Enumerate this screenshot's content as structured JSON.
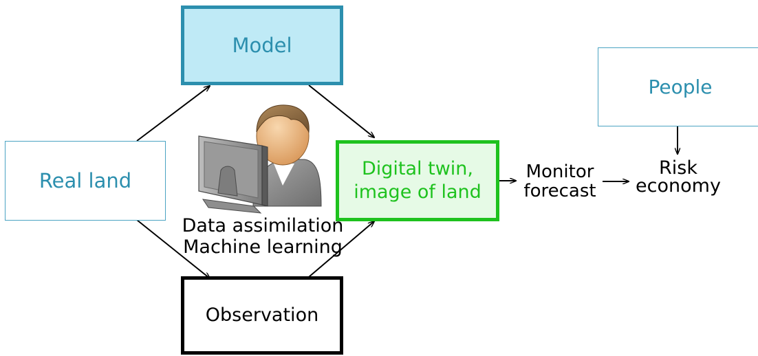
{
  "nodes": {
    "model": {
      "label": "Model"
    },
    "real_land": {
      "label": "Real land"
    },
    "digital_twin": {
      "line1": "Digital twin,",
      "line2": "image of land"
    },
    "observation": {
      "label": "Observation"
    },
    "people": {
      "label": "People"
    },
    "monitor_forecast": {
      "line1": "Monitor",
      "line2": "forecast"
    },
    "risk_economy": {
      "line1": "Risk",
      "line2": "economy"
    },
    "methods": {
      "line1": "Data assimilation",
      "line2": "Machine learning"
    }
  },
  "icons": {
    "center": "user-at-computer-icon"
  },
  "colors": {
    "model_fill": "#bfeaf6",
    "model_border": "#2c8fae",
    "blue_text": "#2c8fae",
    "real_land_border": "#4aa3c2",
    "people_border": "#4aa3c2",
    "twin_fill": "#e6fae6",
    "twin_border": "#1ec21e",
    "twin_text": "#1ec21e",
    "observation_border": "#000000",
    "arrow": "#000000"
  }
}
